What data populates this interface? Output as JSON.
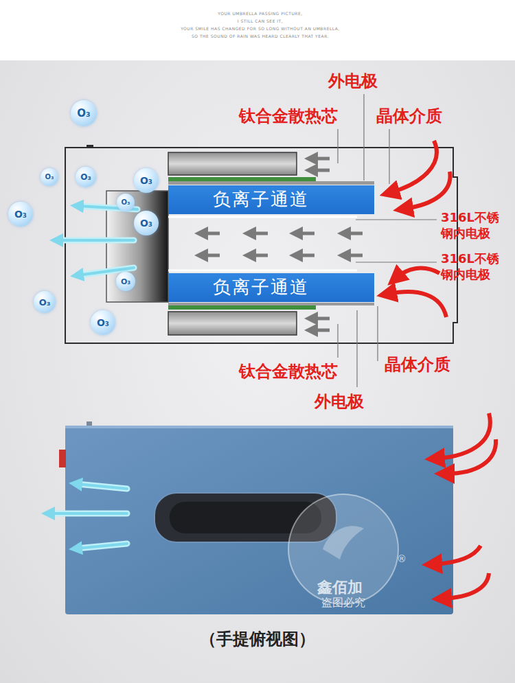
{
  "diagram": {
    "caption": "（手提俯视图）",
    "nodes": [
      {
        "text": [
          "O₃"
        ]
      },
      {
        "text": [
          "O₃"
        ]
      },
      {
        "text": [
          "O₃"
        ]
      },
      {
        "text": [
          "O₃"
        ]
      },
      {
        "text": [
          "负离子通道"
        ]
      },
      {
        "text": [
          "O₃"
        ]
      },
      {
        "text": [
          "O₃"
        ]
      },
      {
        "text": [
          "O₃"
        ]
      },
      {
        "text": [
          "O₃"
        ]
      },
      {
        "text": [
          "负离子通道"
        ]
      },
      {
        "text": [
          "O₃"
        ]
      },
      {
        "text": [
          "O₃"
        ]
      }
    ],
    "labels": [
      "YOUR UMBRELLA PASSING PICTURE,",
      "I STILL CAN SEE IT,",
      "YOUR SMILE HAS CHANGED FOR SO LONG WITHOUT AN UMBRELLA,",
      "SO THE SOUND OF RAIN WAS HEARD CLEARLY THAT YEAR.",
      "外电极",
      "钛合金散热芯",
      "晶体介质",
      "316L不锈钢内电极",
      "316L不锈钢内电极",
      "钛合金散热芯",
      "晶体介质",
      "外电极",
      "鑫佰加",
      "®",
      "盗图必究"
    ]
  }
}
